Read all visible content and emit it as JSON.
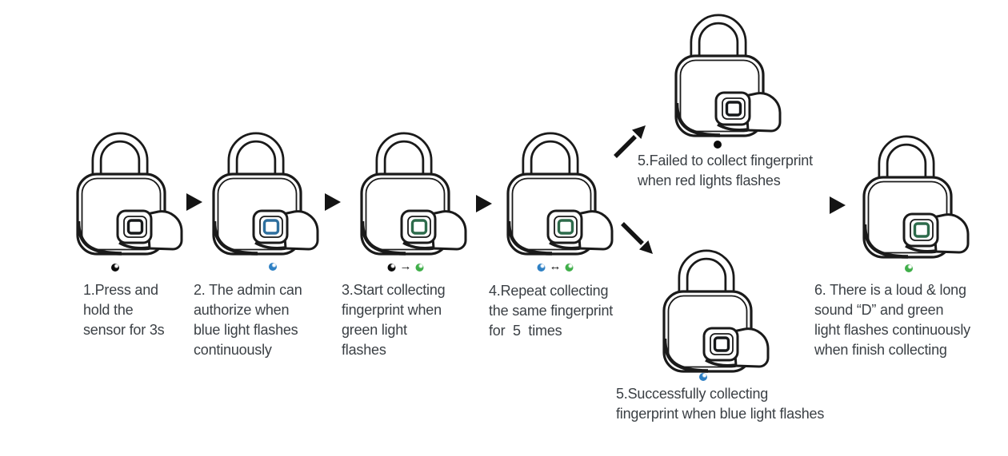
{
  "colors": {
    "background": "#ffffff",
    "outline": "#1a1a1a",
    "text": "#3b4045",
    "led": {
      "black": "#0b0b0b",
      "blue": "#2e80c4",
      "green": "#3fae49"
    },
    "sensor": {
      "black": "#16181a",
      "blue": "#2e6f9e",
      "green": "#2d6b4b"
    }
  },
  "locks": [
    {
      "id": "step-1",
      "sensor": "black",
      "leds": [
        {
          "dot": "black"
        }
      ],
      "caption": "1.Press and\nhold the\nsensor for 3s"
    },
    {
      "id": "step-2",
      "sensor": "blue",
      "leds": [
        {
          "dot": "blue"
        }
      ],
      "caption": "2. The admin can\nauthorize when\nblue light flashes\ncontinuously"
    },
    {
      "id": "step-3",
      "sensor": "green",
      "leds": [
        {
          "dot": "black"
        },
        {
          "arrow": "→"
        },
        {
          "dot": "green"
        }
      ],
      "caption": "3.Start collecting\nfingerprint when\ngreen light\nflashes"
    },
    {
      "id": "step-4",
      "sensor": "green",
      "leds": [
        {
          "dot": "blue"
        },
        {
          "arrow": "↔"
        },
        {
          "dot": "green"
        }
      ],
      "caption": "4.Repeat collecting\nthe same fingerprint\nfor  5  times"
    },
    {
      "id": "step-5-failed",
      "sensor": "black",
      "leds": [
        {
          "dot": "black",
          "solid": true
        }
      ],
      "caption": "5.Failed to collect fingerprint\nwhen red lights flashes"
    },
    {
      "id": "step-5-success",
      "sensor": "black",
      "leds": [
        {
          "dot": "blue"
        }
      ],
      "caption": "5.Successfully collecting\nfingerprint when blue light flashes"
    },
    {
      "id": "step-6",
      "sensor": "green",
      "leds": [
        {
          "dot": "green"
        }
      ],
      "caption": "6. There is a loud & long\nsound “D” and green\nlight flashes continuously\nwhen finish collecting"
    }
  ]
}
